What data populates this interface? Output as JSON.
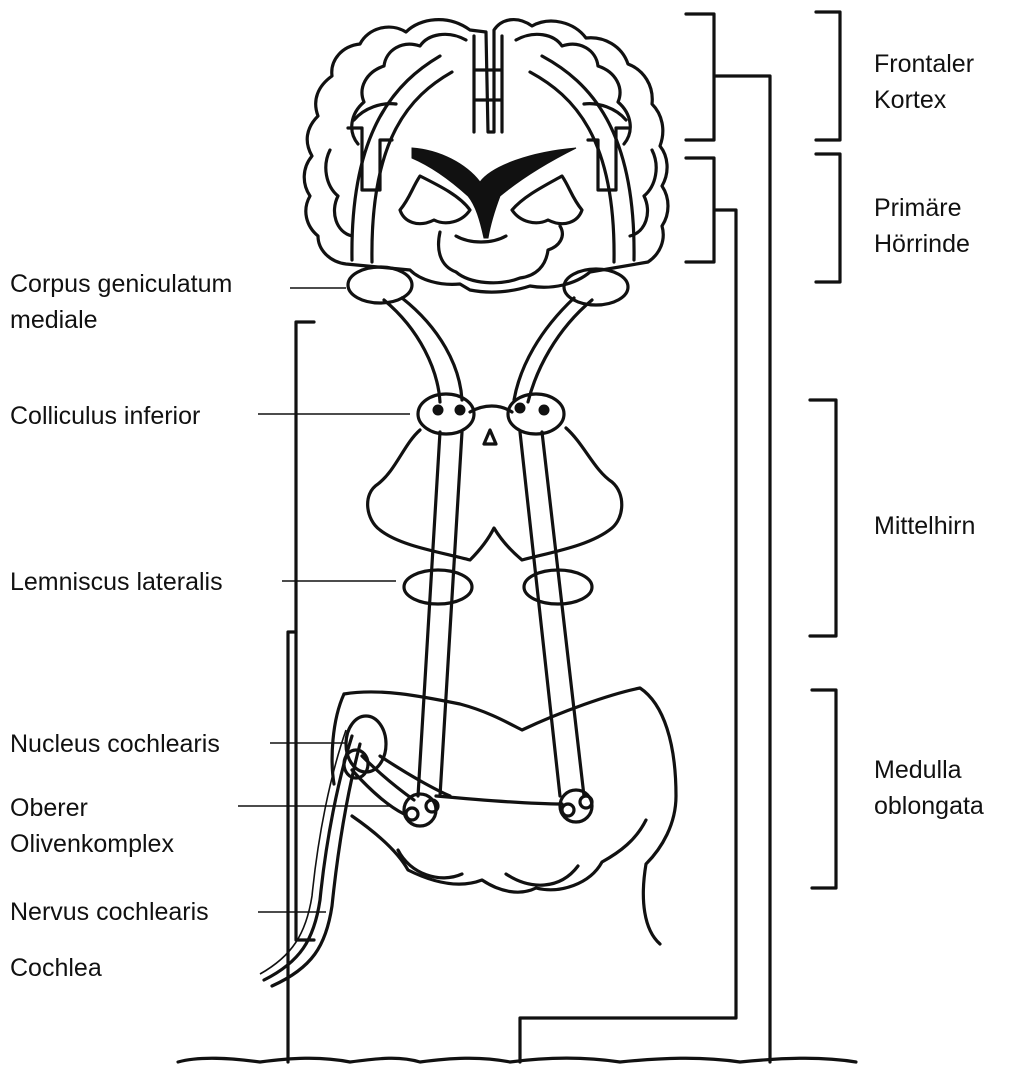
{
  "left_labels": {
    "corpus_line1": "Corpus geniculatum",
    "corpus_line2": "mediale",
    "colliculus": "Colliculus inferior",
    "lemniscus": "Lemniscus lateralis",
    "nucleus": "Nucleus cochlearis",
    "oberer_line1": "Oberer",
    "oberer_line2": "Olivenkomplex",
    "nervus": "Nervus cochlearis",
    "cochlea": "Cochlea"
  },
  "right_labels": {
    "frontaler_line1": "Frontaler",
    "frontaler_line2": "Kortex",
    "primaere_line1": "Primäre",
    "primaere_line2": "Hörrinde",
    "mittelhirn": "Mittelhirn",
    "medulla_line1": "Medulla",
    "medulla_line2": "oblongata"
  },
  "colors": {
    "ink": "#111111",
    "background": "#ffffff"
  }
}
